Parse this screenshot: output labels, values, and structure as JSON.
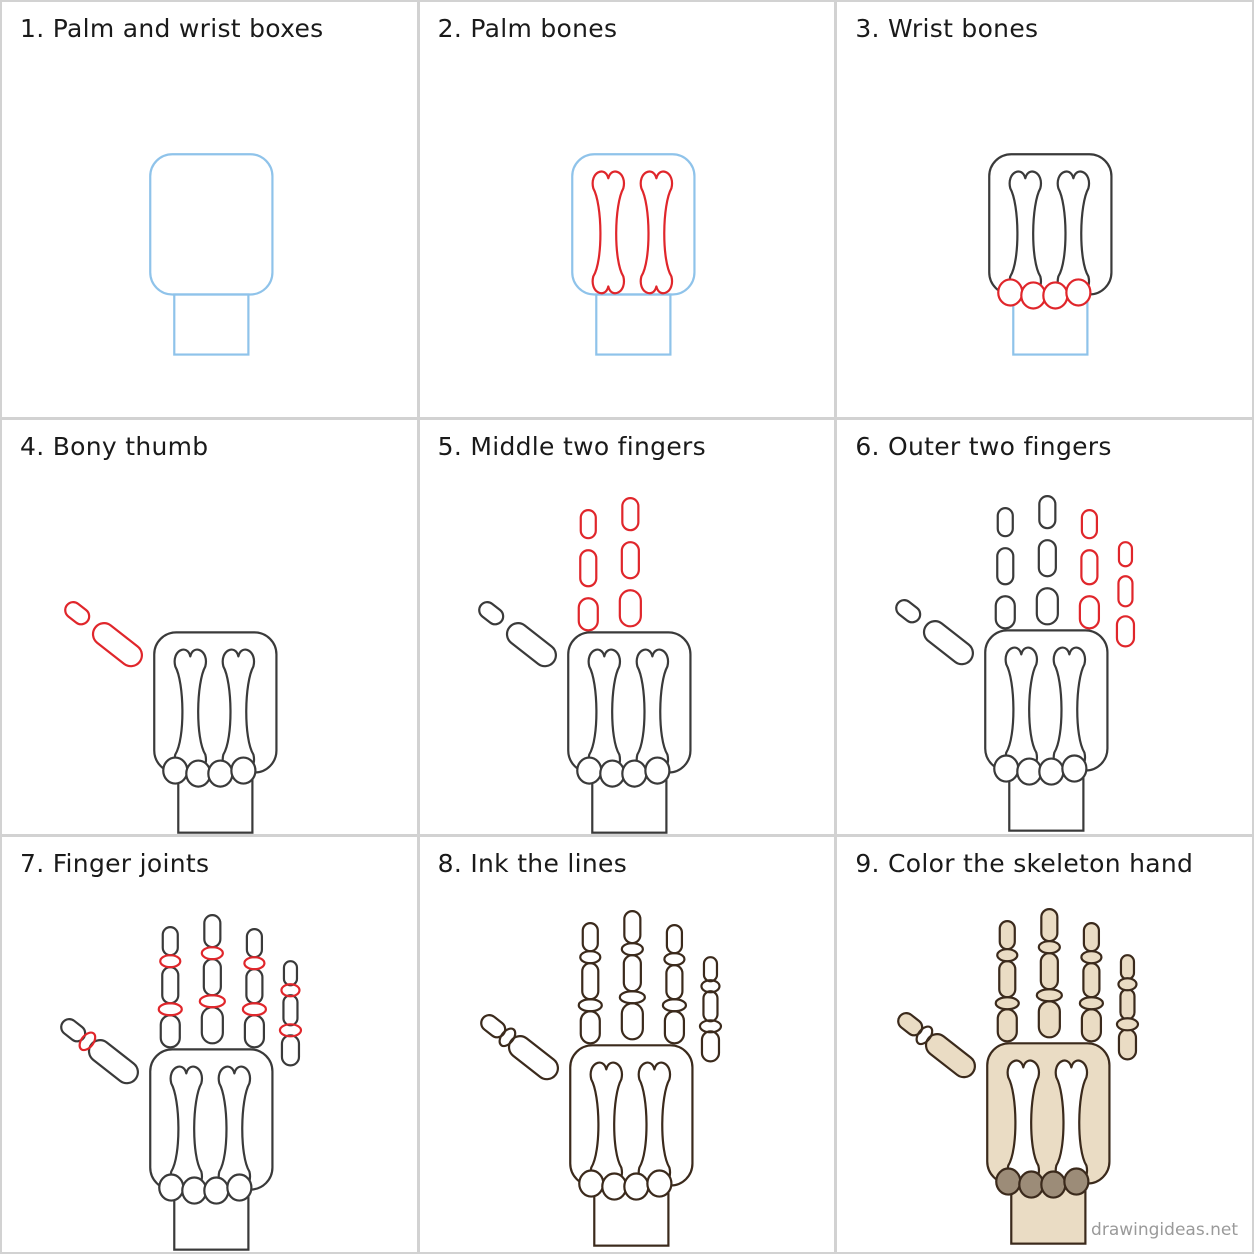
{
  "steps": [
    {
      "label": "1. Palm and wrist boxes"
    },
    {
      "label": "2. Palm bones"
    },
    {
      "label": "3. Wrist bones"
    },
    {
      "label": "4. Bony thumb"
    },
    {
      "label": "5. Middle two fingers"
    },
    {
      "label": "6. Outer two fingers"
    },
    {
      "label": "7. Finger joints"
    },
    {
      "label": "8. Ink the lines"
    },
    {
      "label": "9. Color the skeleton hand"
    }
  ],
  "watermark": "drawingideas.net",
  "colors": {
    "guide_blue": "#8fc3ea",
    "new_red": "#e0262b",
    "pencil_gray": "#3a3a3a",
    "ink_brown": "#3b2a1c",
    "bone_fill": "#eadcc4",
    "carpal_fill": "#9c8c78"
  }
}
